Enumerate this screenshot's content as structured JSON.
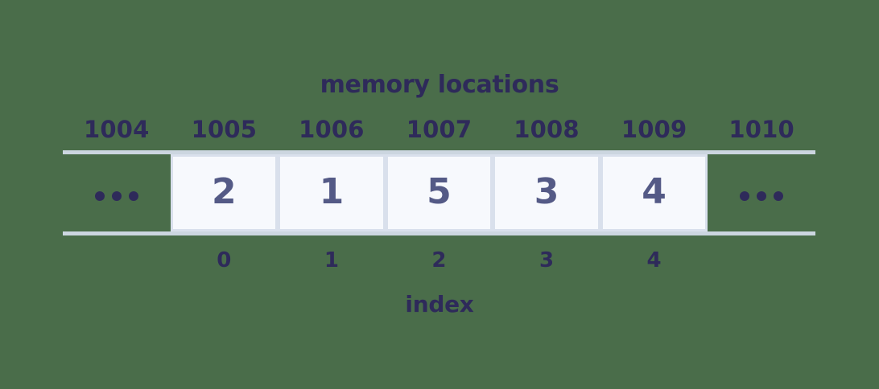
{
  "diagram": {
    "title": "memory locations",
    "caption": "index",
    "background_color": "#4a6d4a",
    "label_color": "#2e2a5a",
    "cell_fill_color": "#f7f9fd",
    "cell_border_color": "#d9e0ec",
    "cell_text_color": "#545a86",
    "rule_color": "#ccd6e0"
  },
  "memory_addresses": [
    "1004",
    "1005",
    "1006",
    "1007",
    "1008",
    "1009",
    "1010"
  ],
  "cells": [
    {
      "type": "ellipsis",
      "value": "",
      "address": "1004",
      "index": ""
    },
    {
      "type": "value",
      "value": "2",
      "address": "1005",
      "index": "0"
    },
    {
      "type": "value",
      "value": "1",
      "address": "1006",
      "index": "1"
    },
    {
      "type": "value",
      "value": "5",
      "address": "1007",
      "index": "2"
    },
    {
      "type": "value",
      "value": "3",
      "address": "1008",
      "index": "3"
    },
    {
      "type": "value",
      "value": "4",
      "address": "1009",
      "index": "4"
    },
    {
      "type": "ellipsis",
      "value": "",
      "address": "1010",
      "index": ""
    }
  ],
  "indices": [
    "",
    "0",
    "1",
    "2",
    "3",
    "4",
    ""
  ],
  "array_values": [
    "2",
    "1",
    "5",
    "3",
    "4"
  ]
}
